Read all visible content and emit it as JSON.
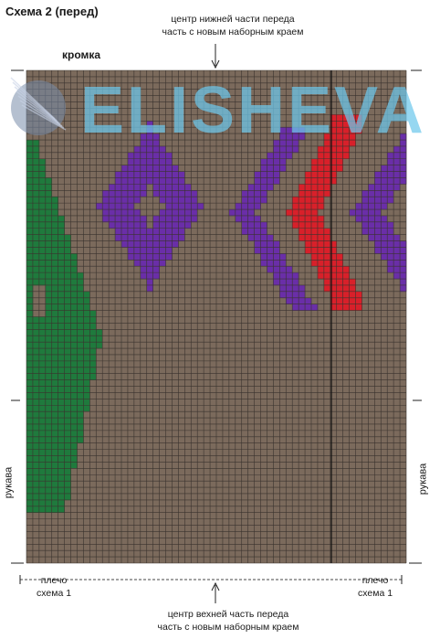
{
  "title": "Схема 2 (перед)",
  "top_center_label": {
    "line1": "центр нижней части переда",
    "line2": "часть с новым наборным краем"
  },
  "edge_label": "кромка",
  "watermark": "ELISHEVA",
  "left_sleeve_label": "рукава",
  "right_sleeve_label": "рукава",
  "shoulder_left": {
    "line1": "плечо",
    "line2": "схема 1"
  },
  "shoulder_right": {
    "line1": "плечо",
    "line2": "схема 1"
  },
  "bottom_center_label": {
    "line1": "центр вехней часть переда",
    "line2": "часть с новым наборным краем"
  },
  "colors": {
    "background": "#7b6a5c",
    "green": "#1f7a3d",
    "purple": "#6a2ea8",
    "red": "#d8202a",
    "grid_line": "#3a332e",
    "watermark": "#6ec8eb"
  },
  "chart_data": {
    "type": "knitting-chart",
    "columns": 60,
    "rows": 78,
    "motifs": [
      {
        "name": "green border",
        "color": "green"
      },
      {
        "name": "diamond",
        "color": "purple"
      },
      {
        "name": "chevron",
        "color": "purple"
      },
      {
        "name": "chevron",
        "color": "red"
      },
      {
        "name": "chevron",
        "color": "purple"
      }
    ]
  }
}
